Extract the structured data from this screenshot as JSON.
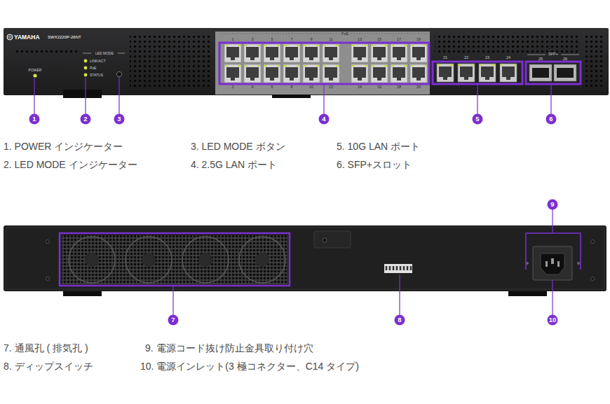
{
  "diagram": {
    "nodes": [
      {
        "text": [
          "YAMAHA",
          "SWX2220P-26NT",
          "LED MODE",
          "LINK/ACT",
          "PoE",
          "STATUS",
          "POWER",
          "PoE",
          "1",
          "3",
          "5",
          "7",
          "9",
          "11",
          "13",
          "15",
          "17",
          "19",
          "2",
          "4",
          "6",
          "8",
          "10",
          "12",
          "14",
          "16",
          "18",
          "20",
          "21",
          "22",
          "23",
          "24",
          "SFP+",
          "25",
          "26"
        ]
      }
    ],
    "labels": [
      "1",
      "2",
      "3",
      "4",
      "5",
      "6",
      "1. POWER インジケーター",
      "3. LED MODE ボタン",
      "5. 10G LAN ポート",
      "2. LED MODE インジケーター",
      "4. 2.5G LAN ポート",
      "6. SFP+スロット",
      "9",
      "7",
      "8",
      "10",
      "7. 通風孔 ( 排気孔 )",
      "9. 電源コード抜け防止金具取り付け穴",
      "8. ディップスイッチ",
      "10. 電源インレット(3 極コネクター、C14 タイプ)"
    ]
  }
}
